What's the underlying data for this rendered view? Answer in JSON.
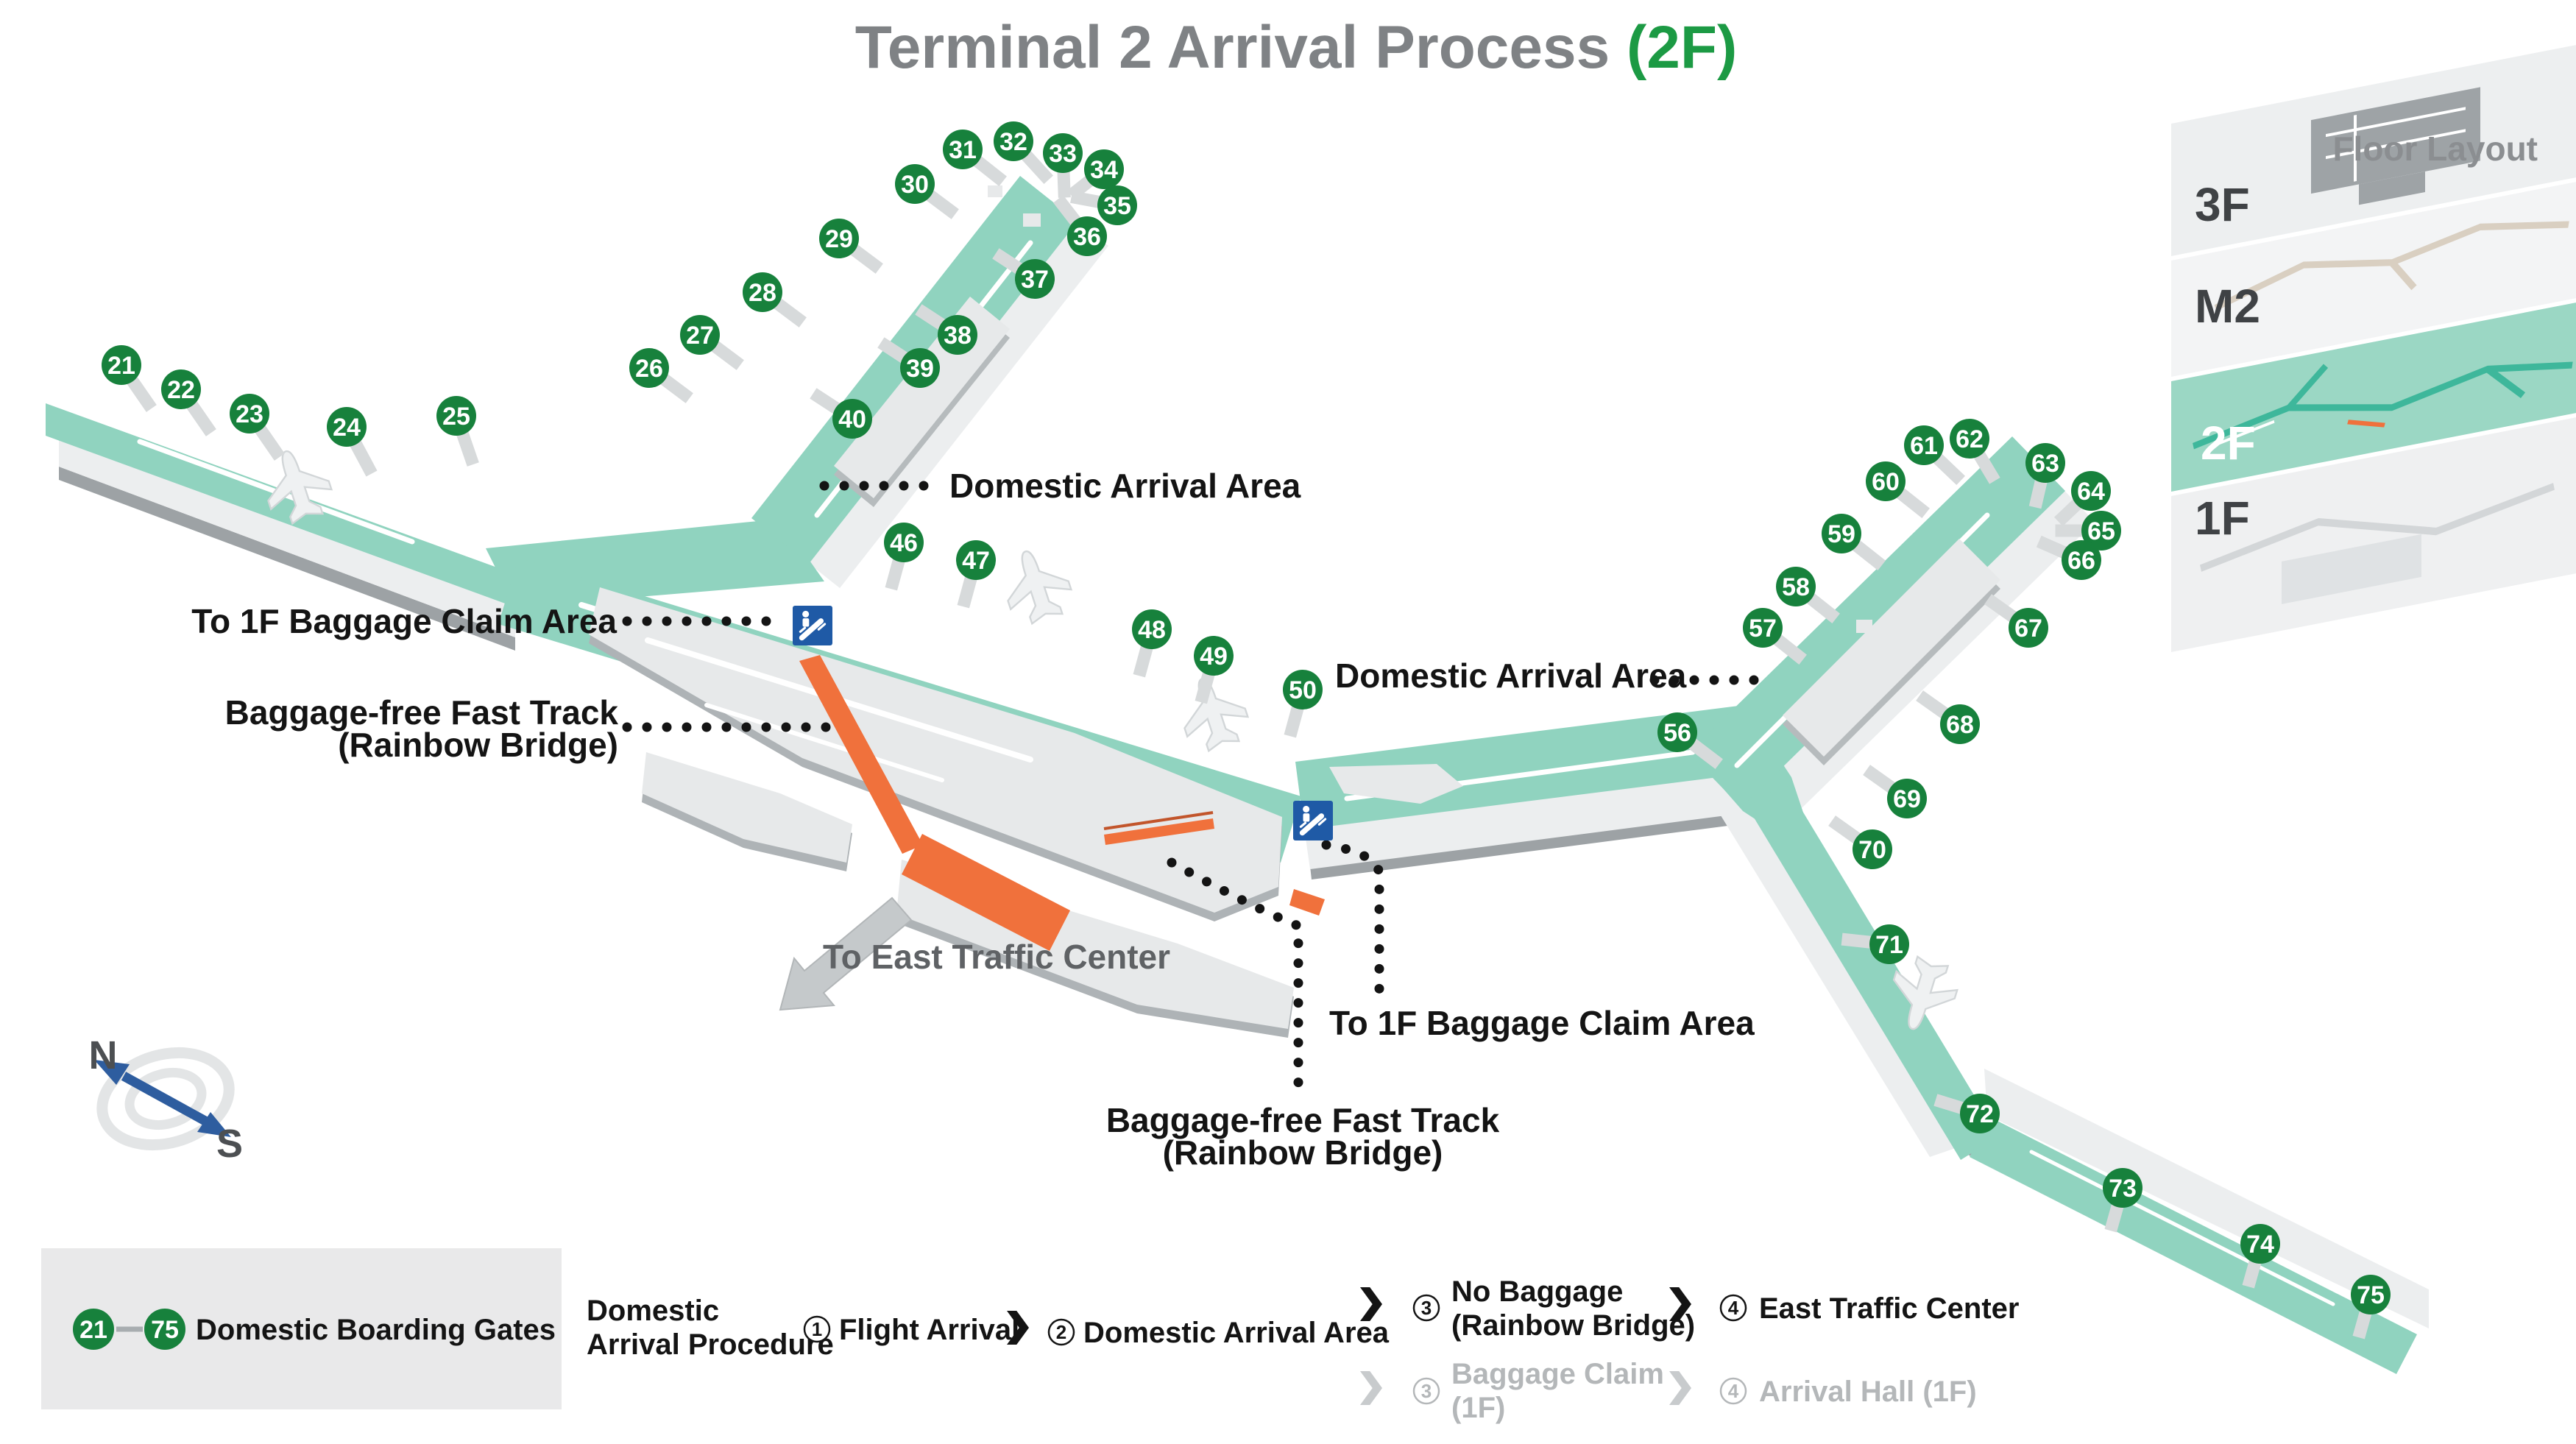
{
  "title": {
    "main": "Terminal 2 Arrival Process ",
    "floor": "(2F)"
  },
  "floor_layout": {
    "title": "Floor Layout",
    "floors": [
      {
        "label": "3F"
      },
      {
        "label": "M2"
      },
      {
        "label": "2F"
      },
      {
        "label": "1F"
      }
    ],
    "active_floor": "2F"
  },
  "compass": {
    "north": "N",
    "south": "S"
  },
  "map_labels": {
    "domestic_arrival_area_west": "Domestic Arrival Area",
    "domestic_arrival_area_east": "Domestic Arrival Area",
    "to_baggage_claim_west": "To 1F Baggage Claim Area",
    "to_baggage_claim_center": "To 1F Baggage Claim Area",
    "fast_track_west_line1": "Baggage-free Fast Track",
    "fast_track_west_line2": "(Rainbow Bridge)",
    "fast_track_center_line1": "Baggage-free Fast Track",
    "fast_track_center_line2": "(Rainbow Bridge)",
    "to_east_traffic_center": "To East Traffic Center"
  },
  "gates": {
    "numbers": [
      21,
      22,
      23,
      24,
      25,
      26,
      27,
      28,
      29,
      30,
      31,
      32,
      33,
      34,
      35,
      36,
      37,
      38,
      39,
      40,
      46,
      47,
      48,
      49,
      50,
      56,
      57,
      58,
      59,
      60,
      61,
      62,
      63,
      64,
      65,
      66,
      67,
      68,
      69,
      70,
      71,
      72,
      73,
      74,
      75
    ],
    "legend": {
      "start": "21",
      "end": "75",
      "label": "Domestic Boarding Gates"
    }
  },
  "procedure": {
    "title_line1": "Domestic",
    "title_line2": "Arrival Procedure",
    "steps": [
      {
        "num": "1",
        "label": "Flight Arrival"
      },
      {
        "num": "2",
        "label": "Domestic Arrival Area"
      }
    ],
    "branch_no_baggage": {
      "step3_num": "3",
      "step3_line1": "No Baggage",
      "step3_line2": "(Rainbow Bridge)",
      "step4_num": "4",
      "step4_label": "East Traffic Center"
    },
    "branch_baggage": {
      "step3_num": "3",
      "step3_line1": "Baggage Claim",
      "step3_line2": "(1F)",
      "step4_num": "4",
      "step4_label": "Arrival Hall (1F)"
    }
  },
  "colors": {
    "walkway_teal": "#90d3bf",
    "gate_green": "#17813c",
    "accent_green": "#1c9a44",
    "fast_track_orange": "#f0713c",
    "escalator_blue": "#1f5aa6",
    "compass_blue": "#2e5d9f",
    "inactive_gray": "#b4b7b9"
  }
}
